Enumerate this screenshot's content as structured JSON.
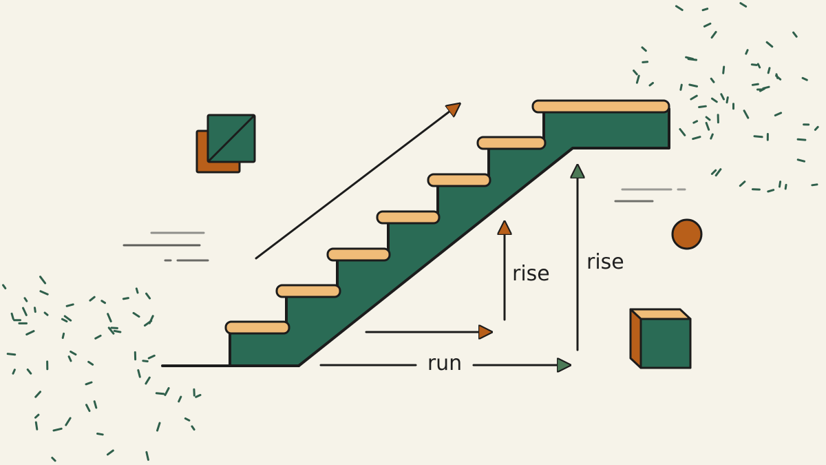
{
  "labels": {
    "rise_inner": "rise",
    "rise_outer": "rise",
    "run": "run"
  },
  "colors": {
    "background": "#f6f3e9",
    "stair_green": "#2a6b55",
    "tread_tan": "#f0bc78",
    "accent_orange": "#b85f1a",
    "outline": "#1c1c1c",
    "dash_green": "#2f5f4b"
  },
  "icons": {
    "top_left_shape": "stacked-squares-icon",
    "right_circle": "circle-icon",
    "right_cube": "cube-icon"
  }
}
